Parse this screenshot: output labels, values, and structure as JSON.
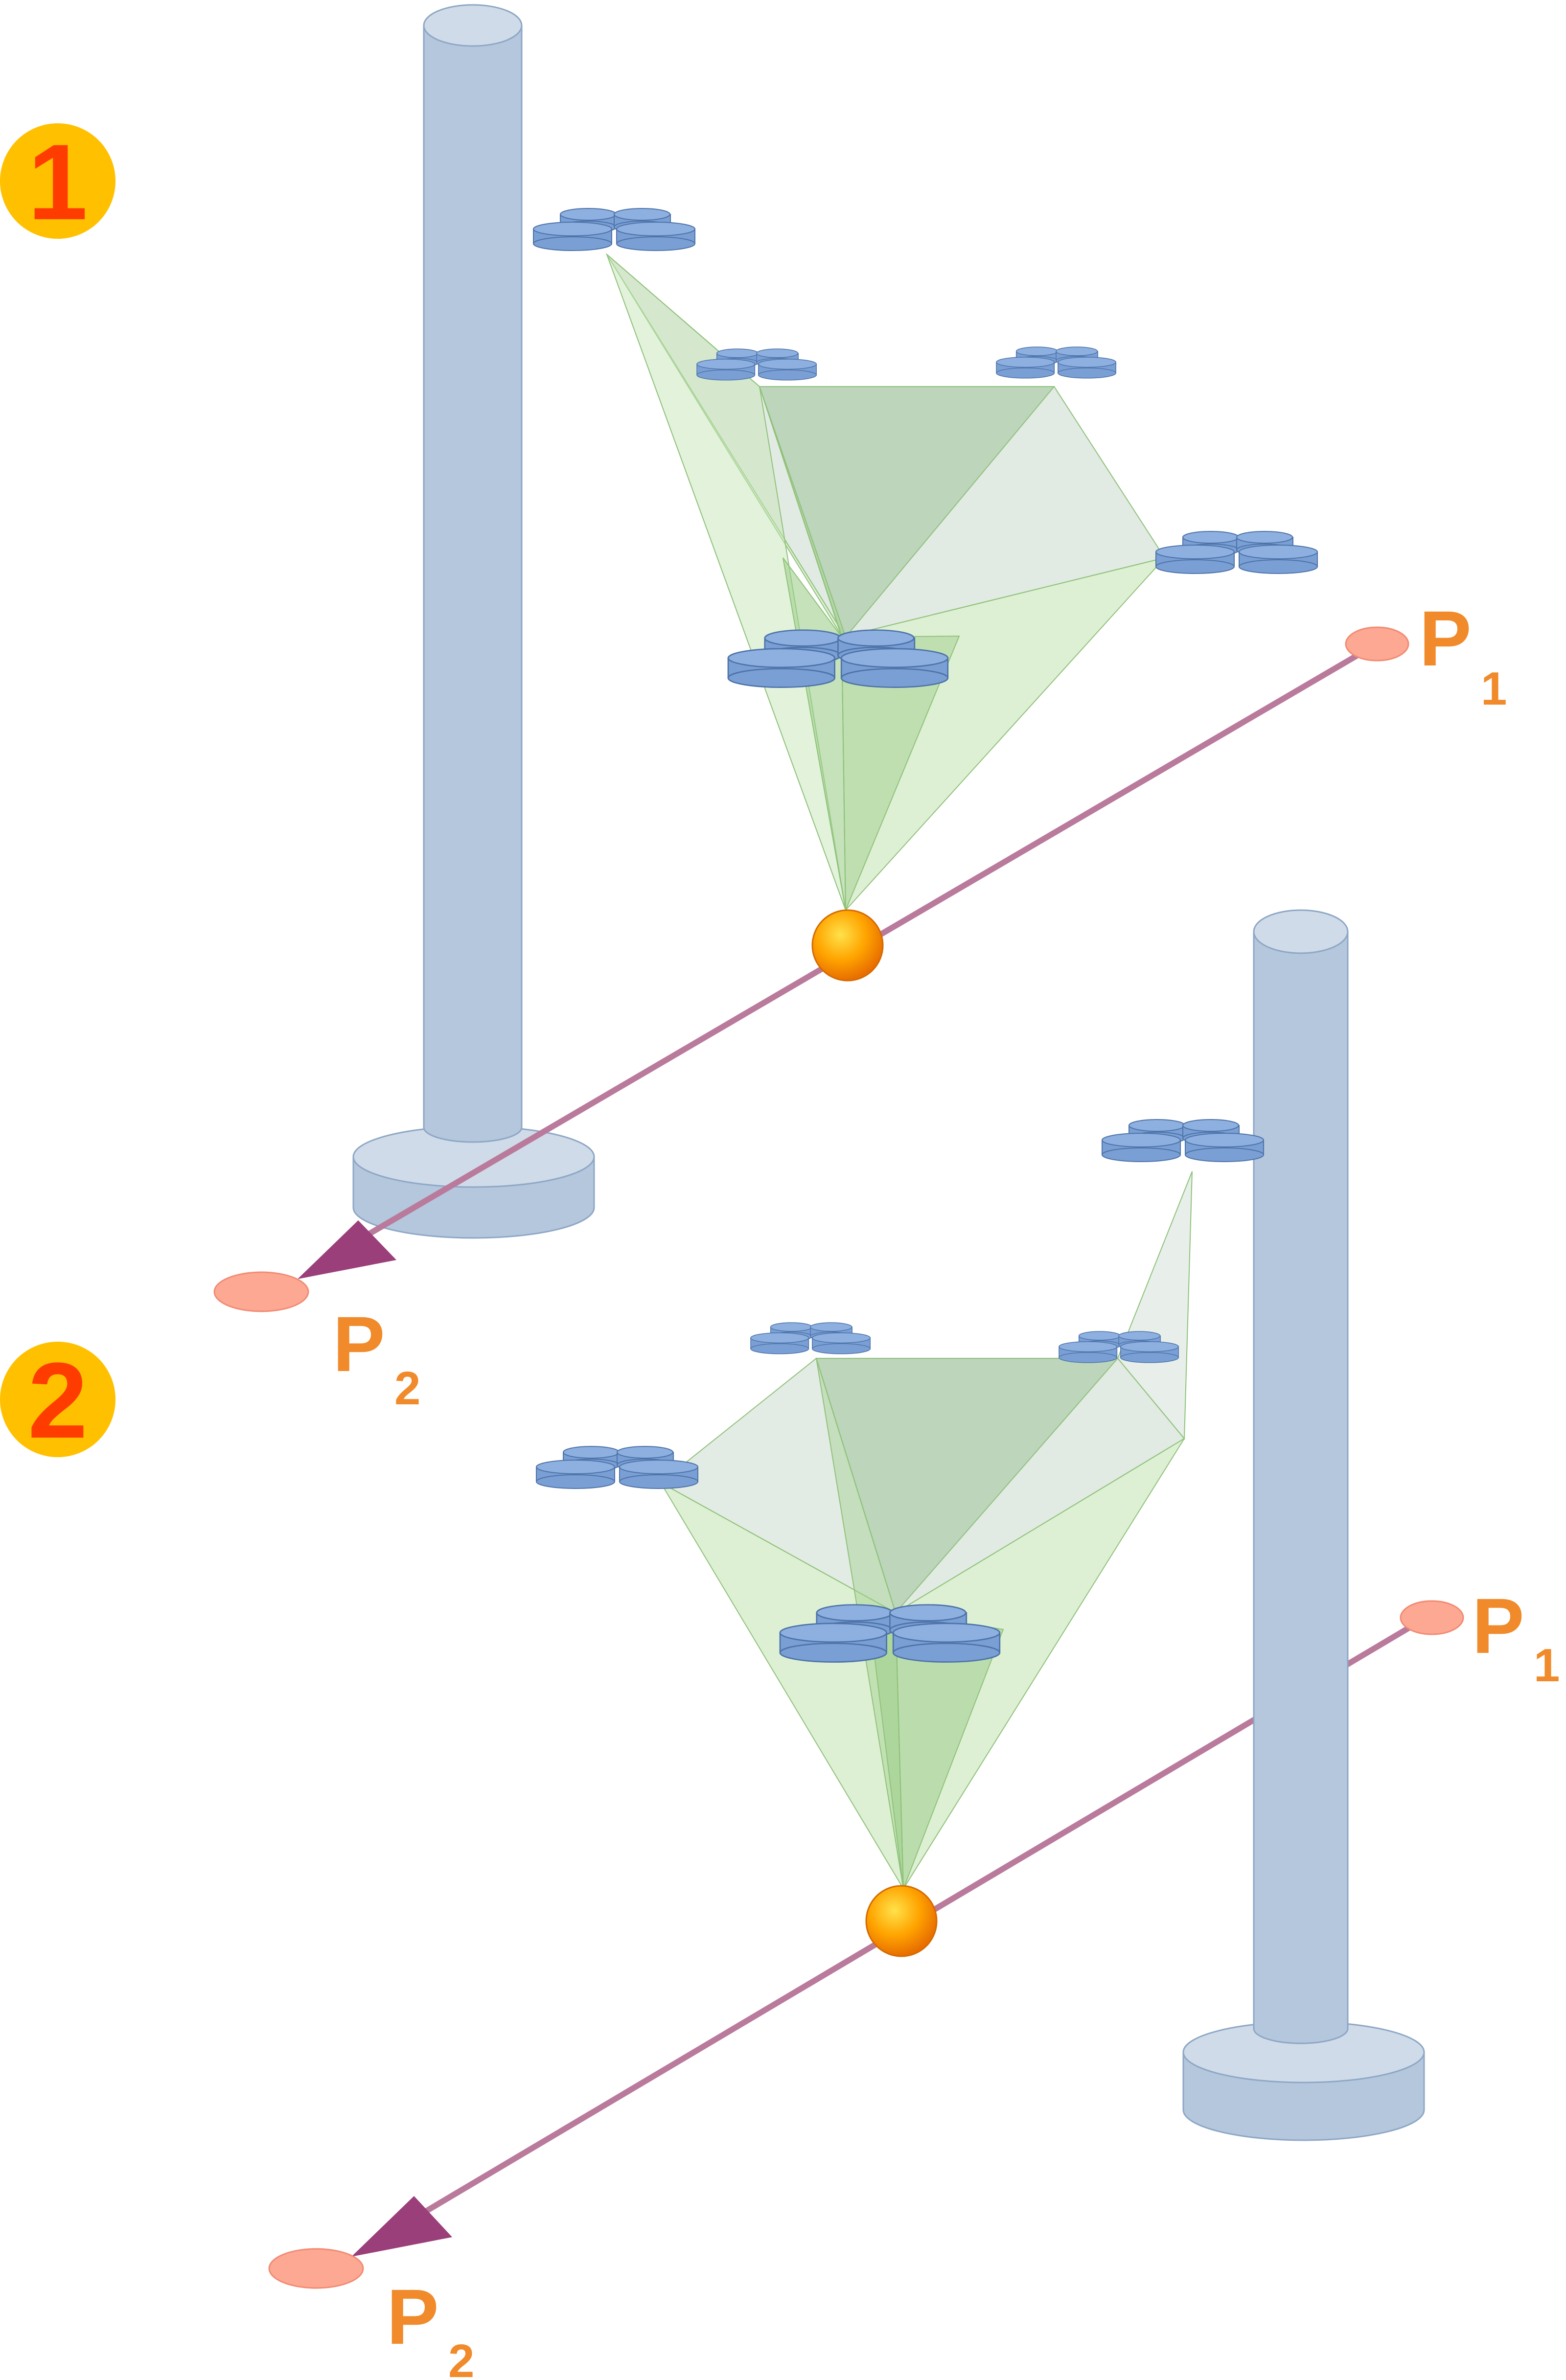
{
  "scenes": [
    {
      "step": "1",
      "start_label": "P",
      "start_sub": "1",
      "end_label": "P",
      "end_sub": "2"
    },
    {
      "step": "2",
      "start_label": "P",
      "start_sub": "1",
      "end_label": "P",
      "end_sub": "2"
    }
  ],
  "colors": {
    "badge_fill": "#ffc000",
    "badge_text": "#ff3c00",
    "label": "#f08a2a",
    "pillar": "#b4c7dc",
    "pillar_top": "#cfdbe8",
    "pillar_stroke": "#8ea7c6",
    "drone": "#7a9fd4",
    "drone_stroke": "#4d73a8",
    "path": "#b97a9c",
    "arrow": "#9a3f7a",
    "point": "#fda892",
    "target": "#ff9a00",
    "cone_light": "#c8e6b8",
    "cone_grey": "#c8d8cc",
    "cone_dark": "#9fce8c"
  },
  "icons": [
    "pillar-icon",
    "drone-icon",
    "target-sphere-icon",
    "arrow-head-icon"
  ]
}
